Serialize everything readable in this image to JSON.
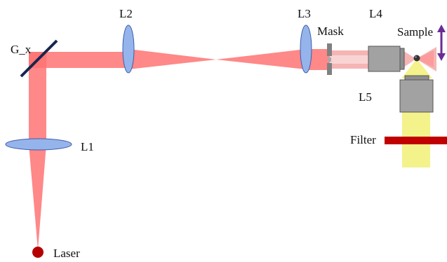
{
  "diagram": {
    "labels": {
      "g_x": "G_x",
      "l1": "L1",
      "l2": "L2",
      "l3": "L3",
      "l4": "L4",
      "l5": "L5",
      "mask": "Mask",
      "sample": "Sample",
      "filter": "Filter",
      "laser": "Laser"
    },
    "colors": {
      "beam": "#ff7373",
      "beam_light": "#f5b5b5",
      "lens_fill": "#96b4ec",
      "lens_stroke": "#3d5da8",
      "mirror": "#16264d",
      "objective": "#a2a2a2",
      "objective_stroke": "#555555",
      "filter": "#c00000",
      "fluorescence": "#f4f28a",
      "sample_arrow": "#6a2d96",
      "laser": "#b50000",
      "mask": "#808080"
    }
  }
}
